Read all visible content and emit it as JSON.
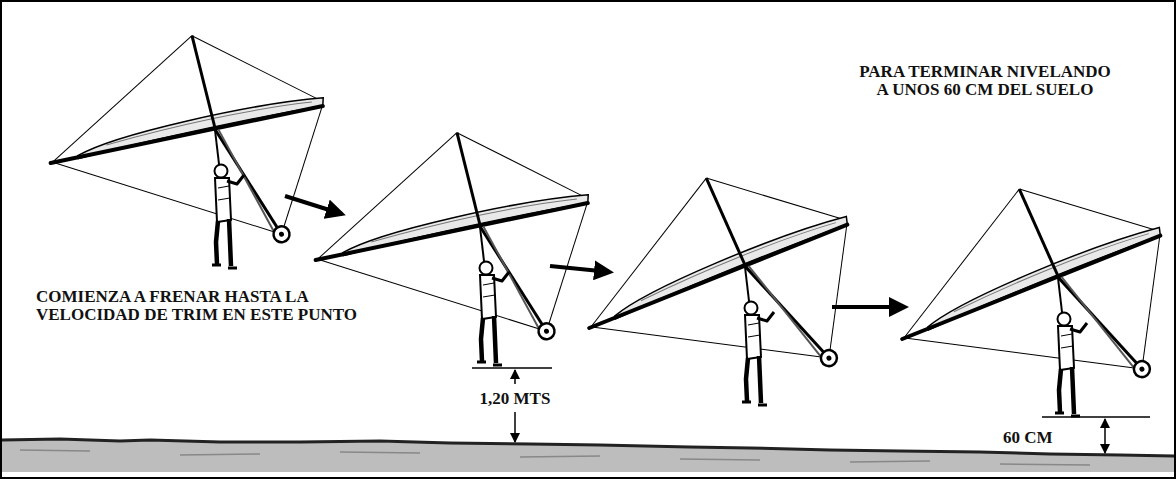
{
  "diagram": {
    "labels": [
      "COMIENZA A FRENAR HASTA LA VELOCIDAD DE TRIM EN ESTE PUNTO",
      "1,20 MTS",
      "PARA TERMINAR NIVELANDO A UNOS 60 CM DEL SUELO",
      "60 CM"
    ]
  }
}
